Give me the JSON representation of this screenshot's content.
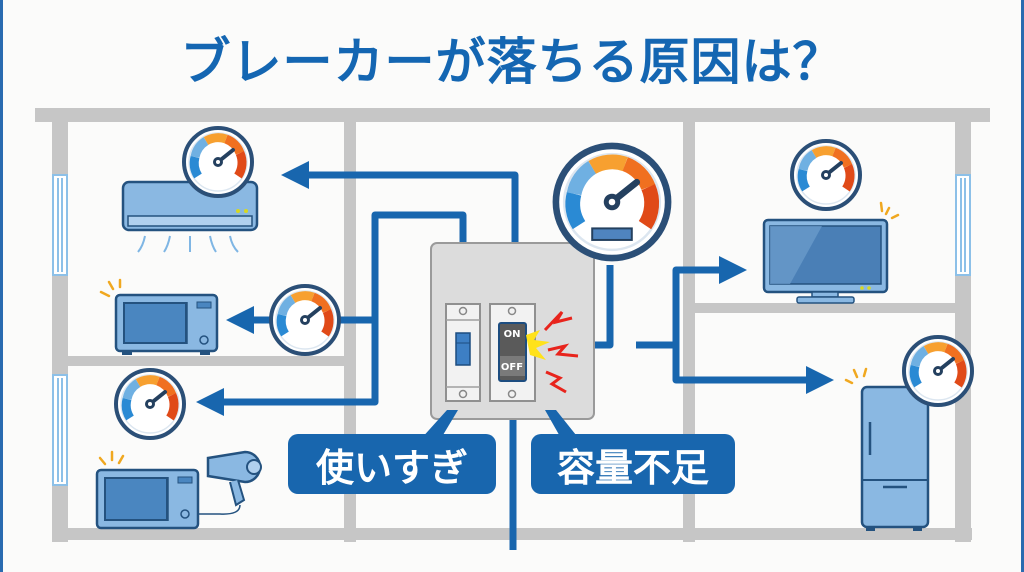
{
  "title": "ブレーカーが落ちる原因は？",
  "labels": {
    "overuse": "使いすぎ",
    "capacity_shortage": "容量不足"
  },
  "breaker": {
    "switch_on": "ON",
    "switch_off": "OFF",
    "tripped": true
  },
  "appliances": [
    {
      "name": "エアコン",
      "icon": "air-conditioner-icon",
      "room": "top-left"
    },
    {
      "name": "電子レンジ",
      "icon": "microwave-icon",
      "room": "middle-left"
    },
    {
      "name": "電子レンジ",
      "icon": "microwave-icon",
      "room": "bottom-left"
    },
    {
      "name": "ドライヤー",
      "icon": "hair-dryer-icon",
      "room": "bottom-left"
    },
    {
      "name": "テレビ",
      "icon": "tv-icon",
      "room": "top-right"
    },
    {
      "name": "冷蔵庫",
      "icon": "refrigerator-icon",
      "room": "bottom-right"
    }
  ],
  "colors": {
    "title": "#1466b2",
    "wire": "#1866ae",
    "wall": "#c6c6c6",
    "appliance_fill": "#7fb0dc",
    "appliance_stroke": "#24527f",
    "spark_red": "#e8241c",
    "spark_yellow": "#ffe21a"
  }
}
